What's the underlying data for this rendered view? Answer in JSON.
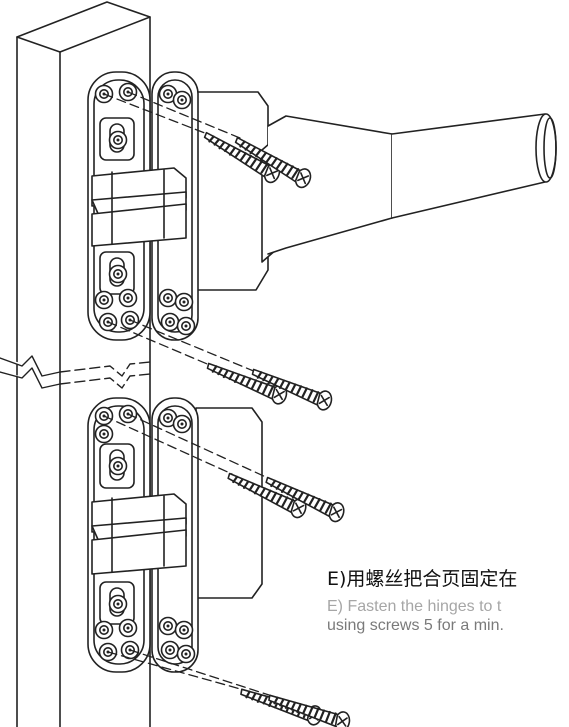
{
  "caption": {
    "zh": "E)用螺丝把合页固定在",
    "en_line1": "E)  Fasten the hinges to t",
    "en_line2": "using screws 5 for a min."
  }
}
